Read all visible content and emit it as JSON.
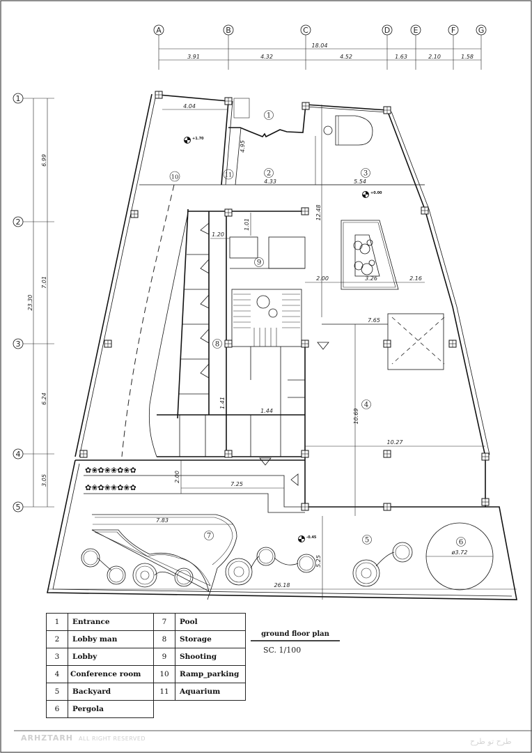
{
  "drawing": {
    "title": "ground floor plan",
    "scale": "SC. 1/100"
  },
  "grid_axes": {
    "columns": [
      "A",
      "B",
      "C",
      "D",
      "E",
      "F",
      "G"
    ],
    "rows": [
      "1",
      "2",
      "3",
      "4",
      "5"
    ]
  },
  "dimensions": {
    "top_total": "18.04",
    "top_segments": [
      "3.91",
      "4.32",
      "4.52",
      "1.63",
      "2.10",
      "1.58"
    ],
    "left_total": "23.30",
    "left_segments": [
      "6.99",
      "7.01",
      "6.24",
      "3.05"
    ],
    "interior": {
      "ramp_top_width": "4.04",
      "aquarium_height": "4.95",
      "lobby_man_width": "4.33",
      "lobby_width": "5.54",
      "lobby_height": "12.48",
      "corridor_width": "1.20",
      "corridor_depth": "1.01",
      "lobby_gap": "2.00",
      "planter_width": "3.26",
      "planter_side": "2.16",
      "elevator_span": "7.65",
      "conference_height": "10.69",
      "conference_width": "10.27",
      "storage_depth": "1.41",
      "storage_width": "1.44",
      "planting_depth": "2.00",
      "terrace_length": "7.25",
      "pool_length": "7.83",
      "yard_depth": "5.25",
      "site_width": "26.18",
      "pergola_diameter": "ø3.72"
    }
  },
  "levels": {
    "ramp": "+1.70",
    "lobby": "+0.00",
    "yard": "-0.45"
  },
  "room_tags": [
    "1",
    "2",
    "3",
    "4",
    "5",
    "6",
    "7",
    "8",
    "9",
    "10",
    "11"
  ],
  "legend": {
    "rows": [
      {
        "num": "1",
        "label": "Entrance",
        "num2": "7",
        "label2": "Pool"
      },
      {
        "num": "2",
        "label": "Lobby man",
        "num2": "8",
        "label2": "Storage"
      },
      {
        "num": "3",
        "label": "Lobby",
        "num2": "9",
        "label2": "Shooting"
      },
      {
        "num": "4",
        "label": "Conference room",
        "num2": "10",
        "label2": "Ramp_parking"
      },
      {
        "num": "5",
        "label": "Backyard",
        "num2": "11",
        "label2": "Aquarium"
      },
      {
        "num": "6",
        "label": "Pergola",
        "num2": "",
        "label2": ""
      }
    ]
  },
  "watermark": {
    "brand": "ARHZTARH",
    "rights": "ALL RIGHT RESERVED",
    "persian": "طرح تو طرح"
  }
}
